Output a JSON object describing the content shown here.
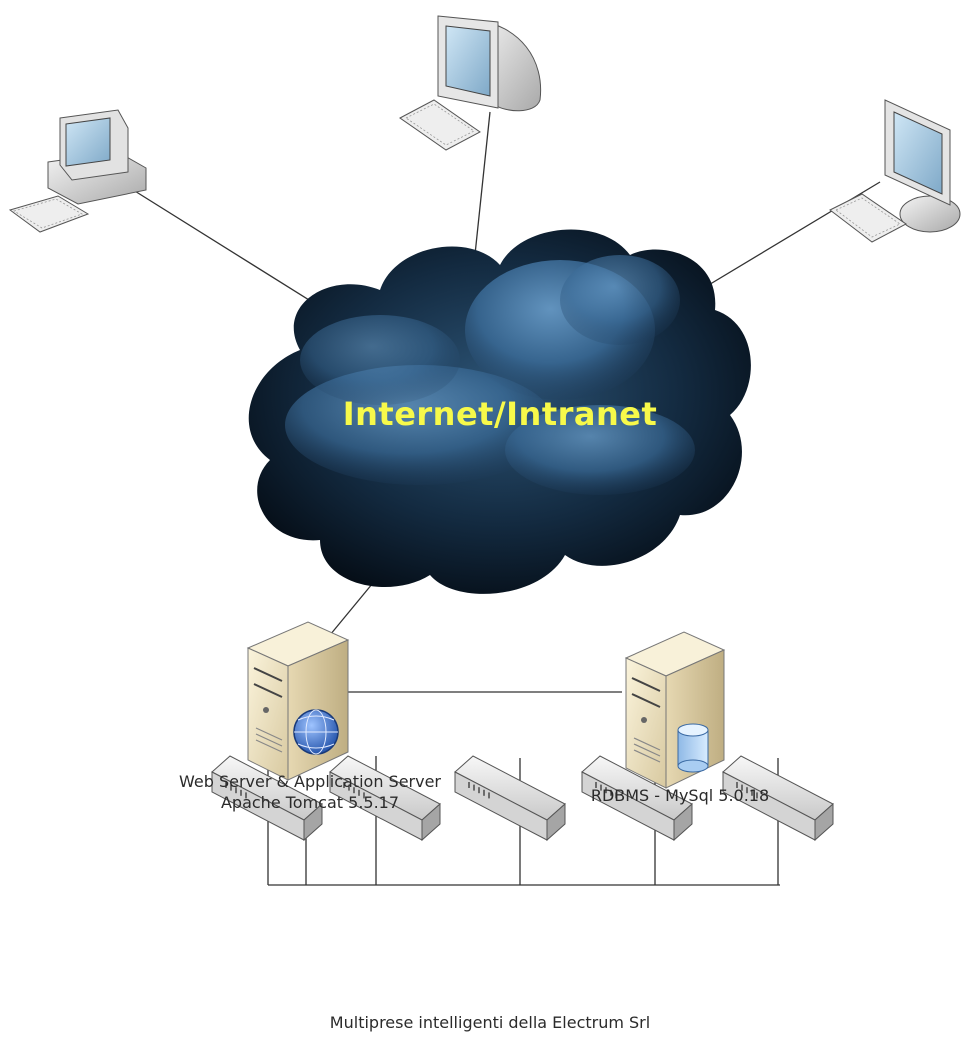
{
  "network_label": "Internet/Intranet",
  "web_server": {
    "line1": "Web Server & Application Server",
    "line2": "Apache Tomcat 5.5.17"
  },
  "db_server": {
    "label": "RDBMS - MySql 5.0.18"
  },
  "power_strips": {
    "label": "Multiprese intelligenti della Electrum Srl"
  },
  "colors": {
    "cloud_dark": "#0b1a2b",
    "cloud_light": "#4f86b8",
    "title_yellow": "#f7f94a",
    "server_beige": "#efe4c4"
  }
}
